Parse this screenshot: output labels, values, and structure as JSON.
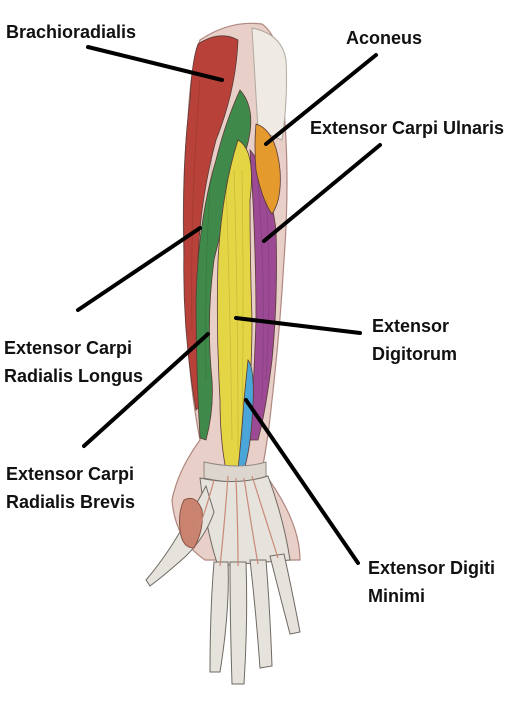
{
  "labels": {
    "brachioradialis": "Brachioradialis",
    "aconeus": "Aconeus",
    "ecu": "Extensor Carpi Ulnaris",
    "ecrl_1": "Extensor Carpi",
    "ecrl_2": "Radialis Longus",
    "ed_1": "Extensor",
    "ed_2": "Digitorum",
    "ecrb_1": "Extensor Carpi",
    "ecrb_2": "Radialis Brevis",
    "edm_1": "Extensor Digiti",
    "edm_2": "Minimi"
  },
  "colors": {
    "brachioradialis": "#b8413a",
    "extensor_carpi_radialis_longus": "#3f8a4a",
    "extensor_digitorum": "#e4d544",
    "extensor_carpi_ulnaris": "#9b4a93",
    "aconeus": "#e59a2d",
    "extensor_digiti_minimi": "#4aa6d8",
    "tendon": "#d9d9d4",
    "skin_muscle": "#d89a88"
  }
}
